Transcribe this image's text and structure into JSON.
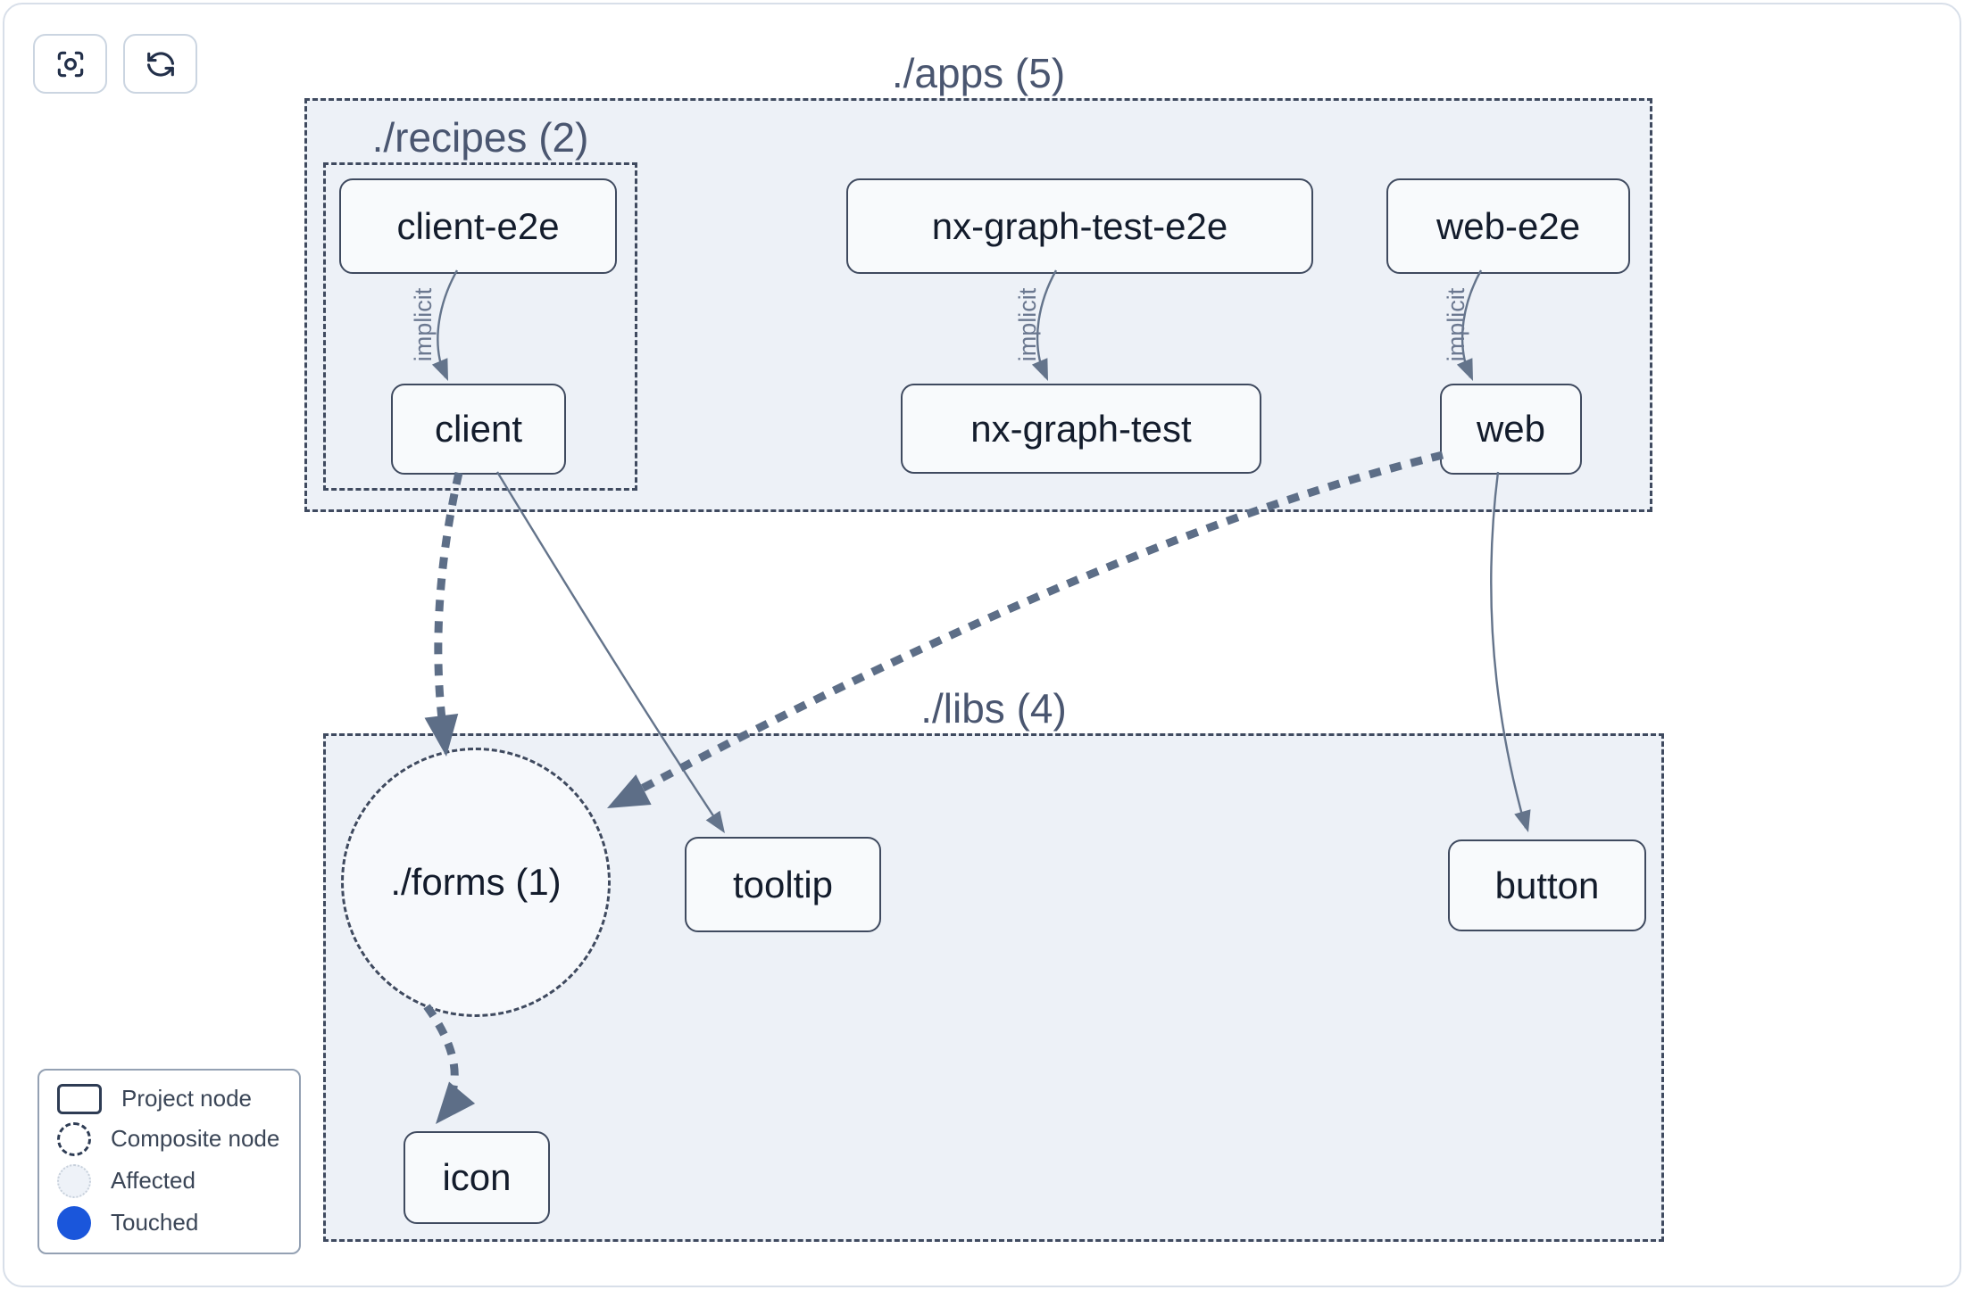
{
  "toolbar": {
    "buttons": [
      {
        "name": "zoom-to-fit",
        "icon": "focus-icon"
      },
      {
        "name": "refresh",
        "icon": "refresh-icon"
      }
    ]
  },
  "groups": {
    "apps": {
      "label": "./apps (5)"
    },
    "recipes": {
      "label": "./recipes (2)"
    },
    "libs": {
      "label": "./libs (4)"
    }
  },
  "nodes": {
    "client_e2e": {
      "label": "client-e2e",
      "type": "project"
    },
    "nx_graph_test_e2e": {
      "label": "nx-graph-test-e2e",
      "type": "project"
    },
    "web_e2e": {
      "label": "web-e2e",
      "type": "project"
    },
    "client": {
      "label": "client",
      "type": "project"
    },
    "nx_graph_test": {
      "label": "nx-graph-test",
      "type": "project"
    },
    "web": {
      "label": "web",
      "type": "project"
    },
    "forms": {
      "label": "./forms (1)",
      "type": "composite"
    },
    "tooltip": {
      "label": "tooltip",
      "type": "project"
    },
    "button": {
      "label": "button",
      "type": "project"
    },
    "icon": {
      "label": "icon",
      "type": "project"
    }
  },
  "edges": [
    {
      "source": "client-e2e",
      "target": "client",
      "label": "implicit",
      "style": "solid"
    },
    {
      "source": "nx-graph-test-e2e",
      "target": "nx-graph-test",
      "label": "implicit",
      "style": "solid"
    },
    {
      "source": "web-e2e",
      "target": "web",
      "label": "implicit",
      "style": "solid"
    },
    {
      "source": "client",
      "target": "./forms (1)",
      "label": "",
      "style": "thick-dashed"
    },
    {
      "source": "client",
      "target": "tooltip",
      "label": "",
      "style": "solid"
    },
    {
      "source": "web",
      "target": "./forms (1)",
      "label": "",
      "style": "thick-dashed"
    },
    {
      "source": "web",
      "target": "button",
      "label": "",
      "style": "solid"
    },
    {
      "source": "./forms (1)",
      "target": "icon",
      "label": "",
      "style": "thick-dashed"
    }
  ],
  "legend": {
    "items": [
      {
        "swatch": "project-node",
        "label": "Project node"
      },
      {
        "swatch": "composite-node",
        "label": "Composite node"
      },
      {
        "swatch": "affected",
        "label": "Affected"
      },
      {
        "swatch": "touched",
        "label": "Touched"
      }
    ]
  },
  "colors": {
    "touched": "#1a56db",
    "affected_fill": "#eef2f8",
    "group_fill": "#edf1f7",
    "node_fill": "#f8fafc",
    "node_border": "#3f4a5f",
    "edge_solid": "#64748b",
    "edge_thick_dashed": "#5d6e87"
  }
}
